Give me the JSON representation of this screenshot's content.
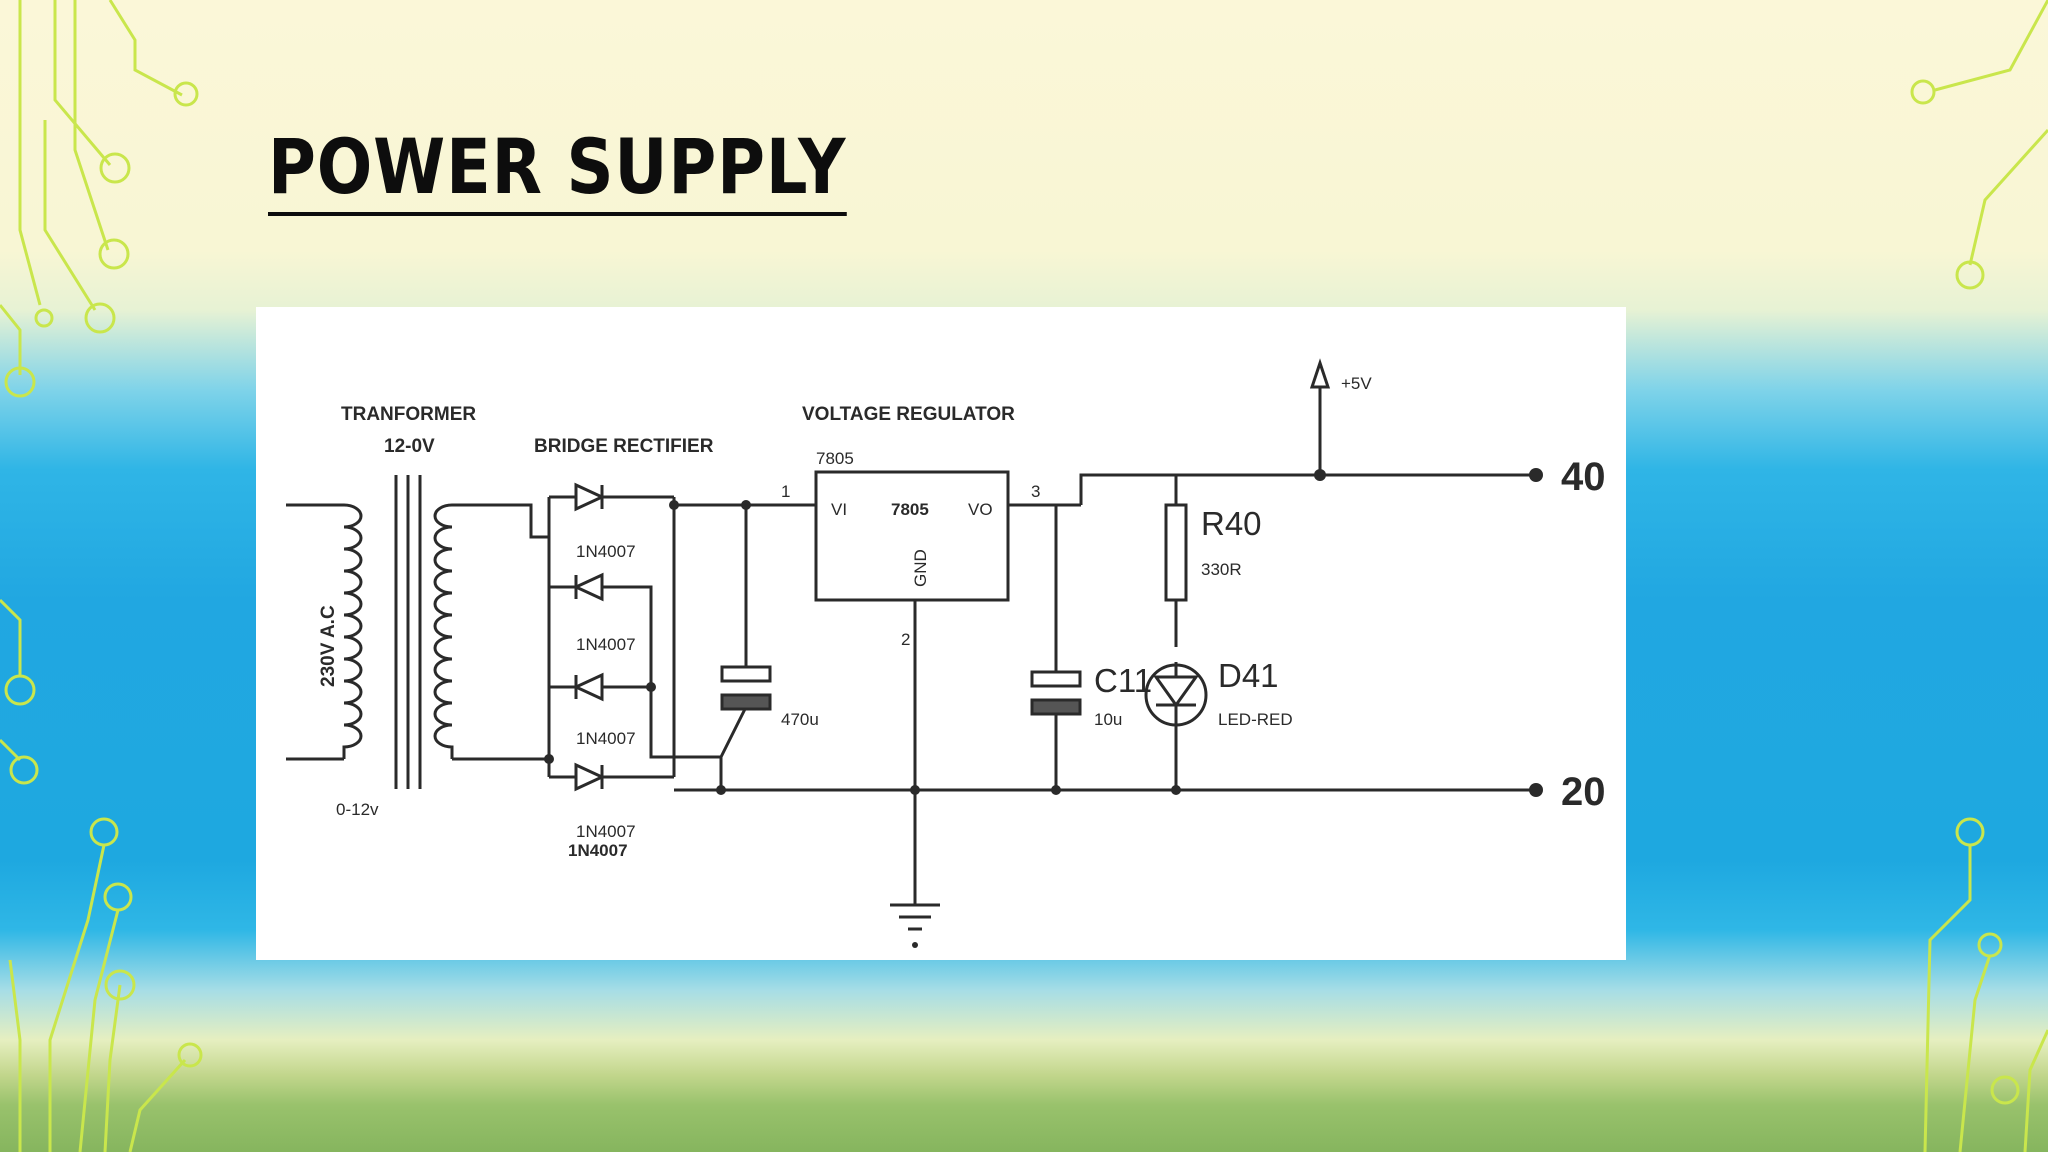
{
  "slide": {
    "title": "POWER SUPPLY",
    "accent_color": "#c8e64a",
    "background_colors": [
      "#fbf7d8",
      "#21a7e1",
      "#86b55e"
    ]
  },
  "schematic": {
    "transformer": {
      "label": "TRANFORMER",
      "rating": "12-0V",
      "primary": "230V A.C",
      "secondary": "0-12v"
    },
    "rectifier": {
      "label": "BRIDGE RECTIFIER",
      "diodes": [
        "1N4007",
        "1N4007",
        "1N4007",
        "1N4007"
      ],
      "extra_label": "1N4007"
    },
    "regulator": {
      "label": "VOLTAGE REGULATOR",
      "part": "7805",
      "chip": "7805",
      "pin_in": "VI",
      "pin_out": "VO",
      "pin_gnd": "GND",
      "pin1": "1",
      "pin2": "2",
      "pin3": "3"
    },
    "cap_in": {
      "value": "470u"
    },
    "cap_out": {
      "name": "C11",
      "value": "10u"
    },
    "resistor": {
      "name": "R40",
      "value": "330R"
    },
    "led": {
      "name": "D41",
      "value": "LED-RED"
    },
    "supply": "+5V",
    "terminal_top": "40",
    "terminal_bottom": "20"
  }
}
